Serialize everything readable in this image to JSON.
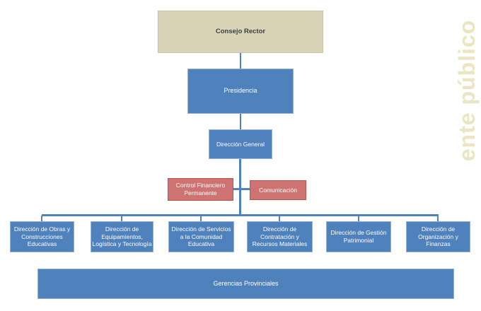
{
  "colors": {
    "node_blue": "#4f81bd",
    "node_blue_border": "#95b3d7",
    "node_beige": "#d9d4b8",
    "node_beige_border": "#c9c3a6",
    "node_pink": "#cd7371",
    "node_pink_border": "#c0504d",
    "connector": "#4f81bd",
    "watermark": "#eae5c3",
    "root_text": "#3e3e3e",
    "node_text": "#ffffff"
  },
  "watermark": {
    "text": "ente público"
  },
  "org": {
    "root": {
      "label": "Consejo Rector"
    },
    "presidency": {
      "label": "Presidencia"
    },
    "general_direction": {
      "label": "Dirección General"
    },
    "staff_units": [
      {
        "label": "Control Financiero\nPermanente"
      },
      {
        "label": "Comunicación"
      }
    ],
    "directions": [
      {
        "label": "Dirección de  Obras y\nConstrucciones\nEducativas"
      },
      {
        "label": "Dirección de\nEquipamientos,\nLogística y Tecnología"
      },
      {
        "label": "Dirección de Servicios\na la Comunidad\nEducativa"
      },
      {
        "label": "Dirección de\nContratación y\nRecursos Materiales"
      },
      {
        "label": "Dirección de Gestión\nPatrimonial"
      },
      {
        "label": "Dirección de\nOrganización y\nFinanzas"
      }
    ],
    "provincial": {
      "label": "Gerencias Provinciales"
    }
  }
}
